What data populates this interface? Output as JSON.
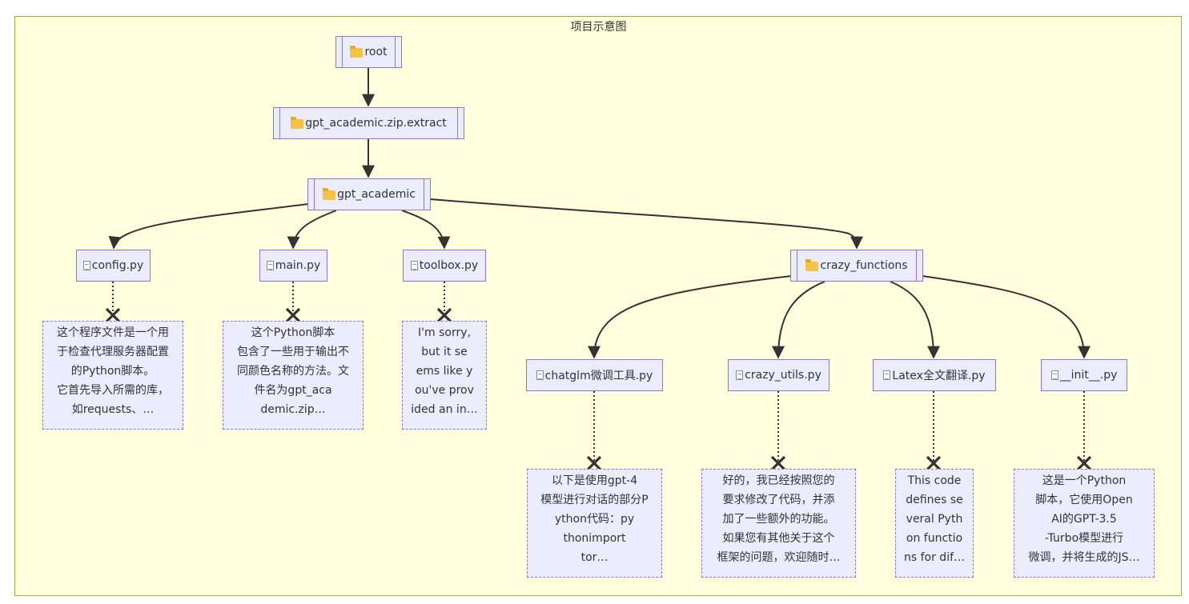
{
  "title": "项目示意图",
  "nodes": {
    "root": "root",
    "zip": "gpt_academic.zip.extract",
    "gpt": "gpt_academic",
    "config": "config.py",
    "main": "main.py",
    "toolbox": "toolbox.py",
    "crazy": "crazy_functions",
    "chatglm": "chatglm微调工具.py",
    "utils": "crazy_utils.py",
    "latex": "Latex全文翻译.py",
    "init": "__init__.py"
  },
  "notes": {
    "config": [
      "这个程序文件是一个用",
      "于检查代理服务器配置",
      "的Python脚本。",
      "它首先导入所需的库，",
      "如requests、…"
    ],
    "main": [
      "这个Python脚本",
      "包含了一些用于输出不",
      "同颜色名称的方法。文",
      "件名为gpt_aca",
      "demic.zip…"
    ],
    "toolbox": [
      "I'm sorry,",
      "but it se",
      "ems like y",
      "ou've prov",
      "ided an in…"
    ],
    "chatglm": [
      "以下是使用gpt-4",
      "模型进行对话的部分P",
      "ython代码：py",
      "thonimport",
      "tor…"
    ],
    "utils": [
      "好的，我已经按照您的",
      "要求修改了代码，并添",
      "加了一些额外的功能。",
      "如果您有其他关于这个",
      "框架的问题，欢迎随时…"
    ],
    "latex": [
      "This code",
      "defines se",
      "veral Pyth",
      "on functio",
      "ns for dif…"
    ],
    "init": [
      "这是一个Python",
      "脚本，它使用Open",
      "AI的GPT-3.5",
      "-Turbo模型进行",
      "微调，并将生成的JS…"
    ]
  },
  "icons": {
    "folder": "folder-icon",
    "file": "file-icon"
  },
  "colors": {
    "background": "#ffffde",
    "node_fill": "#ececff",
    "node_border": "#9370db",
    "edge": "#333333"
  }
}
